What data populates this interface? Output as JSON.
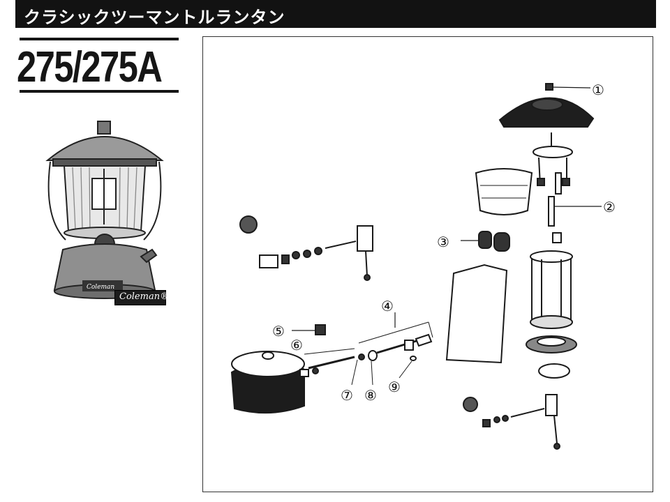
{
  "header": {
    "title": "クラシックツーマントルランタン",
    "background": "#121212"
  },
  "model": "275/275A",
  "lantern": {
    "brand_badge": "Coleman®"
  },
  "diagram": {
    "callouts": [
      "①",
      "②",
      "③",
      "④",
      "⑤",
      "⑥",
      "⑦",
      "⑧",
      "⑨"
    ]
  }
}
